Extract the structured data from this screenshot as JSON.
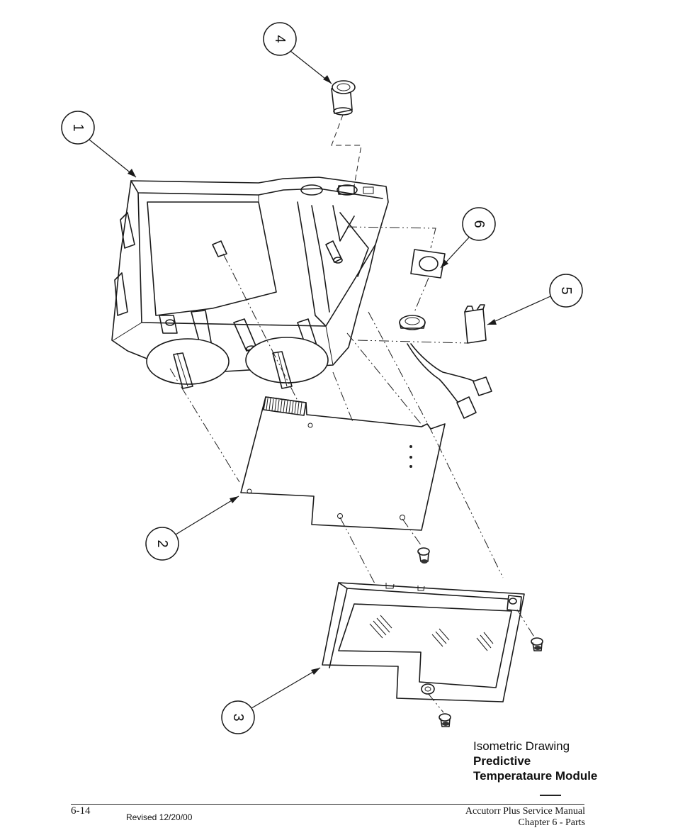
{
  "callouts": [
    "1",
    "2",
    "3",
    "4",
    "5",
    "6"
  ],
  "title": {
    "line1": "Isometric Drawing",
    "line2": "Predictive",
    "line3": "Temperataure Module"
  },
  "footer": {
    "page_number": "6-14",
    "revised": "Revised 12/20/00",
    "manual_title": "Accutorr Plus Service Manual",
    "chapter": "Chapter 6 - Parts"
  }
}
